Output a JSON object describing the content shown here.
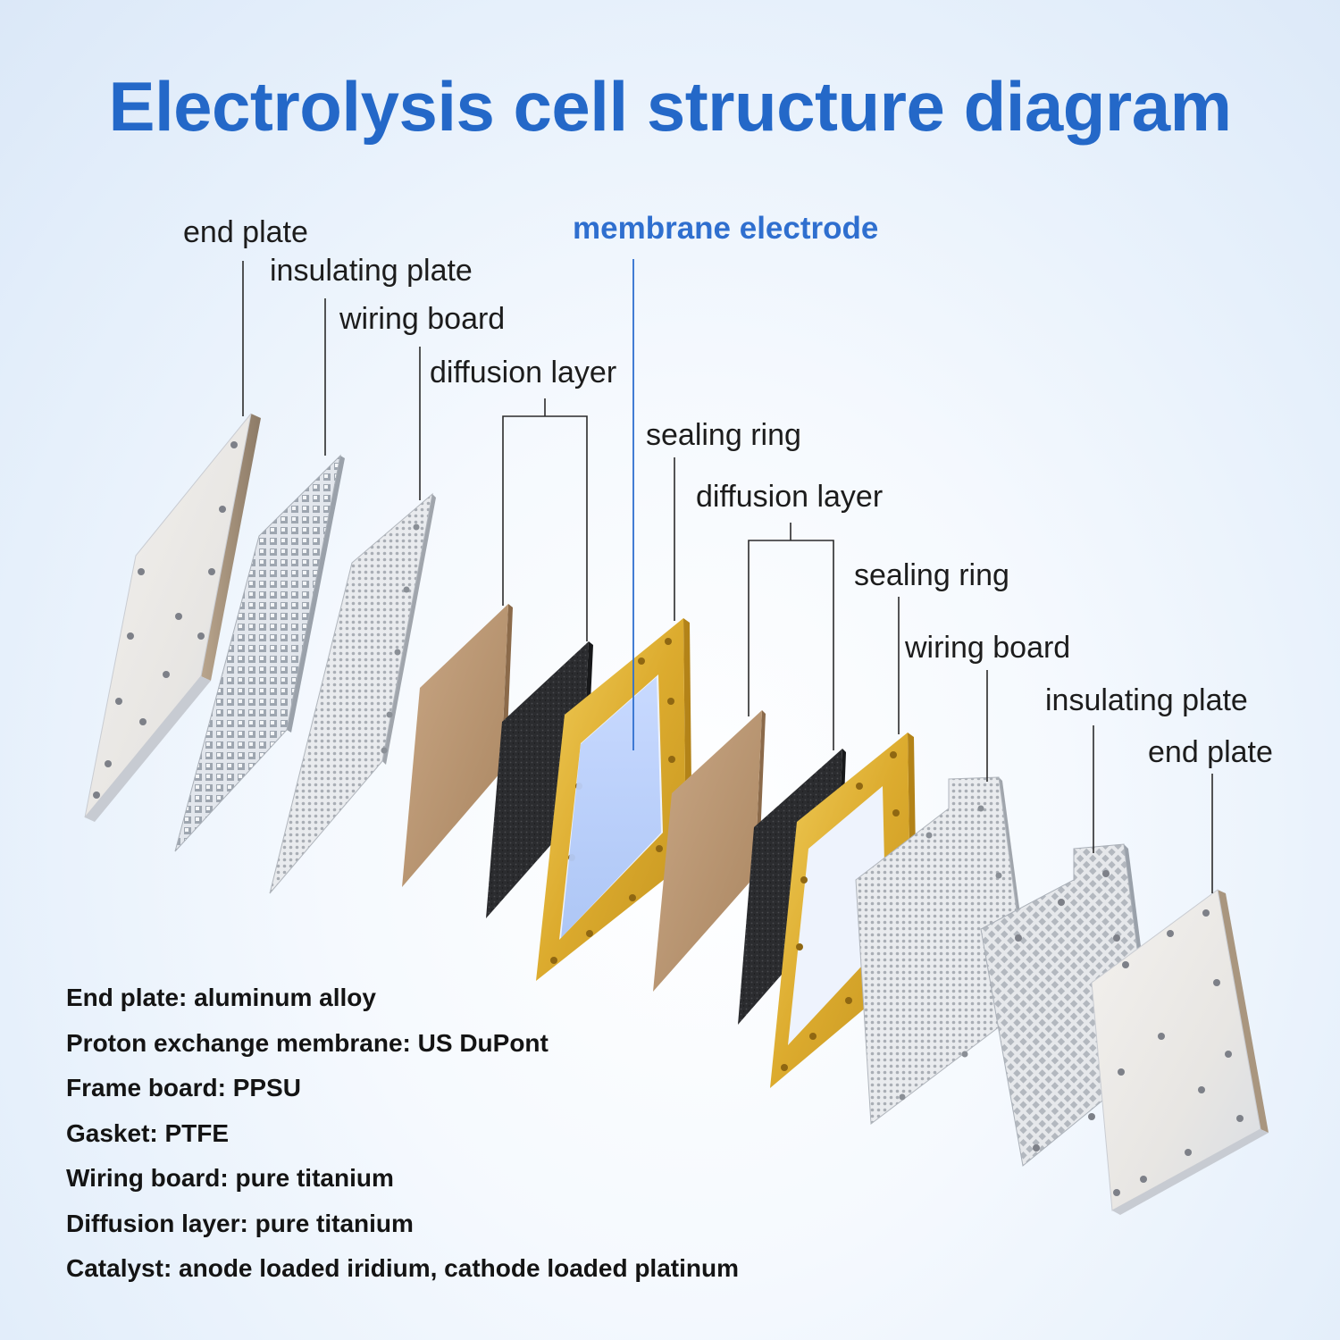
{
  "title": "Electrolysis cell structure diagram",
  "labels": {
    "end_plate_left": "end plate",
    "insulating_plate_left": "insulating plate",
    "wiring_board_left": "wiring board",
    "diffusion_layer_left": "diffusion layer",
    "membrane_electrode": "membrane electrode",
    "sealing_ring_left": "sealing ring",
    "diffusion_layer_right": "diffusion layer",
    "sealing_ring_right": "sealing ring",
    "wiring_board_right": "wiring board",
    "insulating_plate_right": "insulating plate",
    "end_plate_right": "end plate"
  },
  "specs": [
    "End plate: aluminum alloy",
    "Proton exchange membrane: US DuPont",
    "Frame board: PPSU",
    "Gasket: PTFE",
    "Wiring board: pure titanium",
    "Diffusion layer: pure titanium",
    "Catalyst: anode loaded iridium, cathode loaded platinum"
  ],
  "colors": {
    "title": "#2468c8",
    "membrane_label": "#2f6fcf",
    "membrane": "#b9cffa",
    "sealing_ring": "#e2b43a",
    "carbon_paper": "#2c2c2e",
    "titanium_felt": "#b8936e"
  }
}
